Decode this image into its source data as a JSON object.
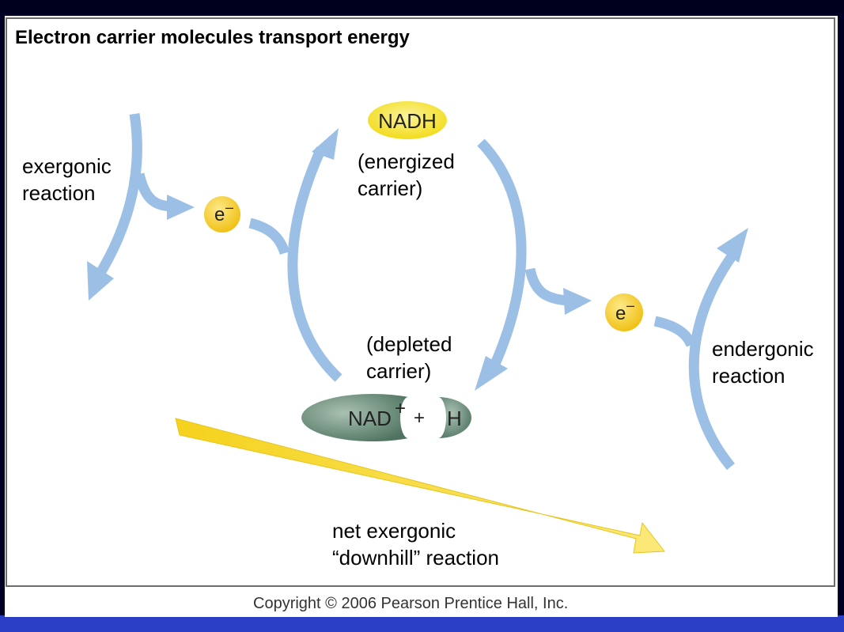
{
  "title": "Electron carrier molecules transport energy",
  "labels": {
    "exergonic_line1": "exergonic",
    "exergonic_line2": "reaction",
    "energized_line1": "(energized",
    "energized_line2": "carrier)",
    "depleted_line1": "(depleted",
    "depleted_line2": "carrier)",
    "endergonic_line1": "endergonic",
    "endergonic_line2": "reaction",
    "net_line1": "net exergonic",
    "net_line2": "“downhill”  reaction"
  },
  "molecules": {
    "nadh": "NADH",
    "electron_symbol": "e",
    "electron_charge": "–",
    "nad_plus": "NAD",
    "plus_charge": "+",
    "plus_sign": "+",
    "hydrogen": "H"
  },
  "copyright": "Copyright © 2006 Pearson Prentice Hall, Inc.",
  "colors": {
    "arrow_blue": "#9cbfe6",
    "electron_yellow": "#f5c91e",
    "nadh_yellow": "#f6e22c",
    "nad_green": "#6f8f7c",
    "net_arrow_yellow": "#f7dc35",
    "bottom_bar": "#2b3ec6"
  }
}
